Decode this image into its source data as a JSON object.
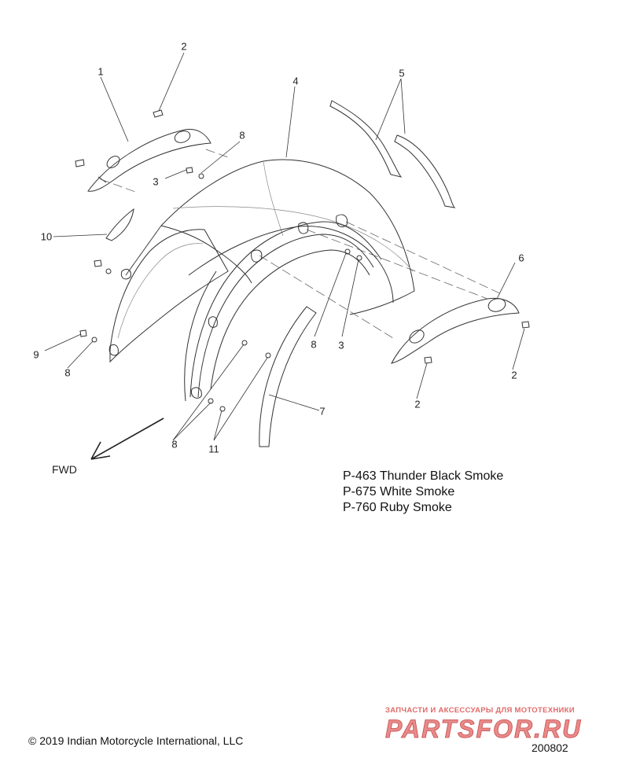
{
  "callouts": [
    {
      "id": "c1",
      "label": "1"
    },
    {
      "id": "c2a",
      "label": "2"
    },
    {
      "id": "c2b",
      "label": "2"
    },
    {
      "id": "c2c",
      "label": "2"
    },
    {
      "id": "c3a",
      "label": "3"
    },
    {
      "id": "c3b",
      "label": "3"
    },
    {
      "id": "c4",
      "label": "4"
    },
    {
      "id": "c5",
      "label": "5"
    },
    {
      "id": "c6",
      "label": "6"
    },
    {
      "id": "c7",
      "label": "7"
    },
    {
      "id": "c8a",
      "label": "8"
    },
    {
      "id": "c8b",
      "label": "8"
    },
    {
      "id": "c8c",
      "label": "8"
    },
    {
      "id": "c8d",
      "label": "8"
    },
    {
      "id": "c9",
      "label": "9"
    },
    {
      "id": "c10",
      "label": "10"
    },
    {
      "id": "c11",
      "label": "11"
    }
  ],
  "fwd_label": "FWD",
  "color_options": [
    "P-463 Thunder Black Smoke",
    "P-675 White Smoke",
    "P-760 Ruby Smoke"
  ],
  "copyright": "© 2019 Indian Motorcycle International, LLC",
  "diagram_id": "200802",
  "watermark": {
    "tagline": "ЗАПЧАСТИ И АКСЕССУАРЫ ДЛЯ МОТОТЕХНИКИ",
    "logo_text": "PARTSFOR.RU",
    "color": "#e06a6a"
  }
}
